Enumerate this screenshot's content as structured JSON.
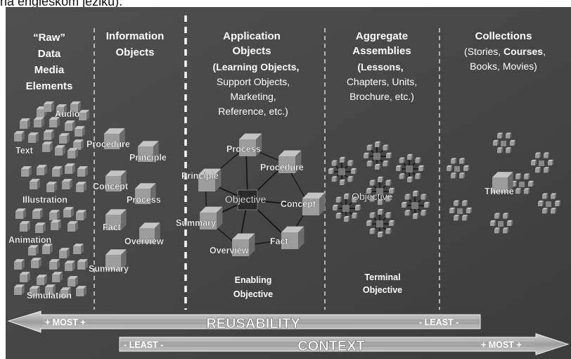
{
  "top_caption": "na engleskom jeziku).",
  "columns": [
    {
      "id": "raw",
      "title_lines": [
        "“Raw”",
        "Data",
        "Media",
        "Elements"
      ],
      "items": [
        "Audio",
        "Text",
        "Illustration",
        "Animation",
        "Simulation"
      ]
    },
    {
      "id": "info",
      "title_lines": [
        "Information",
        "Objects"
      ],
      "items": [
        "Procedure",
        "Principle",
        "Concept",
        "Process",
        "Fact",
        "Overview",
        "Summary"
      ]
    },
    {
      "id": "app",
      "title_lines": [
        "Application",
        "Objects"
      ],
      "subtitle_lines": [
        {
          "text": "(Learning Objects,",
          "bold": true
        },
        {
          "text": "Support Objects,",
          "bold": false
        },
        {
          "text": "Marketing,",
          "bold": false
        },
        {
          "text": "Reference, etc.)",
          "bold": false
        }
      ],
      "center": "Objective",
      "nodes": [
        "Process",
        "Procedure",
        "Concept",
        "Fact",
        "Overview",
        "Summary",
        "Principle"
      ],
      "caption_lines": [
        "Enabling",
        "Objective"
      ]
    },
    {
      "id": "agg",
      "title_lines": [
        "Aggregate",
        "Assemblies"
      ],
      "subtitle_lines": [
        {
          "text": "(Lessons,",
          "bold": true
        },
        {
          "text": "Chapters, Units,",
          "bold": false
        },
        {
          "text": "Brochure, etc.)",
          "bold": false
        }
      ],
      "center": "Objective",
      "caption_lines": [
        "Terminal",
        "Objective"
      ]
    },
    {
      "id": "coll",
      "title_lines": [
        "Collections"
      ],
      "subtitle_lines": [
        {
          "text": "(Stories, ",
          "bold": false,
          "append_bold": "Courses",
          "append_plain": ","
        },
        {
          "text": "Books, Movies)",
          "bold": false
        }
      ],
      "center": "Theme"
    }
  ],
  "reusability": {
    "label": "REUSABILITY",
    "left": "+ MOST +",
    "right": "- LEAST -"
  },
  "context": {
    "label": "CONTEXT",
    "left": "- LEAST -",
    "right": "+ MOST +"
  },
  "colors": {
    "background": "#4a4a4a",
    "text": "#ffffff",
    "cube": "#9a9a9a",
    "arrow": "#b8b8b8"
  }
}
